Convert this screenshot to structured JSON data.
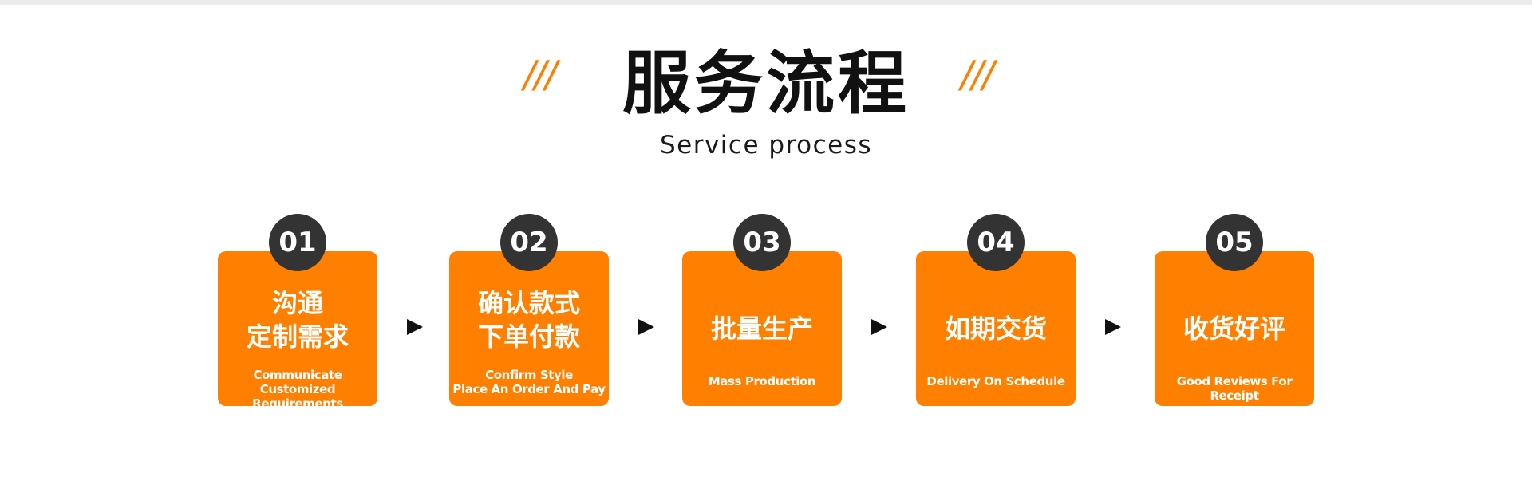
{
  "colors": {
    "accent": "#ff7f00",
    "badge": "#333333",
    "text": "#111111",
    "background": "#ffffff"
  },
  "header": {
    "decoration_left": "///",
    "decoration_right": "///",
    "title": "服务流程",
    "subtitle": "Service process"
  },
  "steps": [
    {
      "number": "01",
      "title_cn": "沟通\n定制需求",
      "title_en": "Communicate\nCustomized Requirements"
    },
    {
      "number": "02",
      "title_cn": "确认款式\n下单付款",
      "title_en": "Confirm Style\nPlace An Order And Pay"
    },
    {
      "number": "03",
      "title_cn": "批量生产",
      "title_en": "Mass Production"
    },
    {
      "number": "04",
      "title_cn": "如期交货",
      "title_en": "Delivery On Schedule"
    },
    {
      "number": "05",
      "title_cn": "收货好评",
      "title_en": "Good Reviews For Receipt"
    }
  ],
  "arrow_icon": "arrow-right-icon"
}
